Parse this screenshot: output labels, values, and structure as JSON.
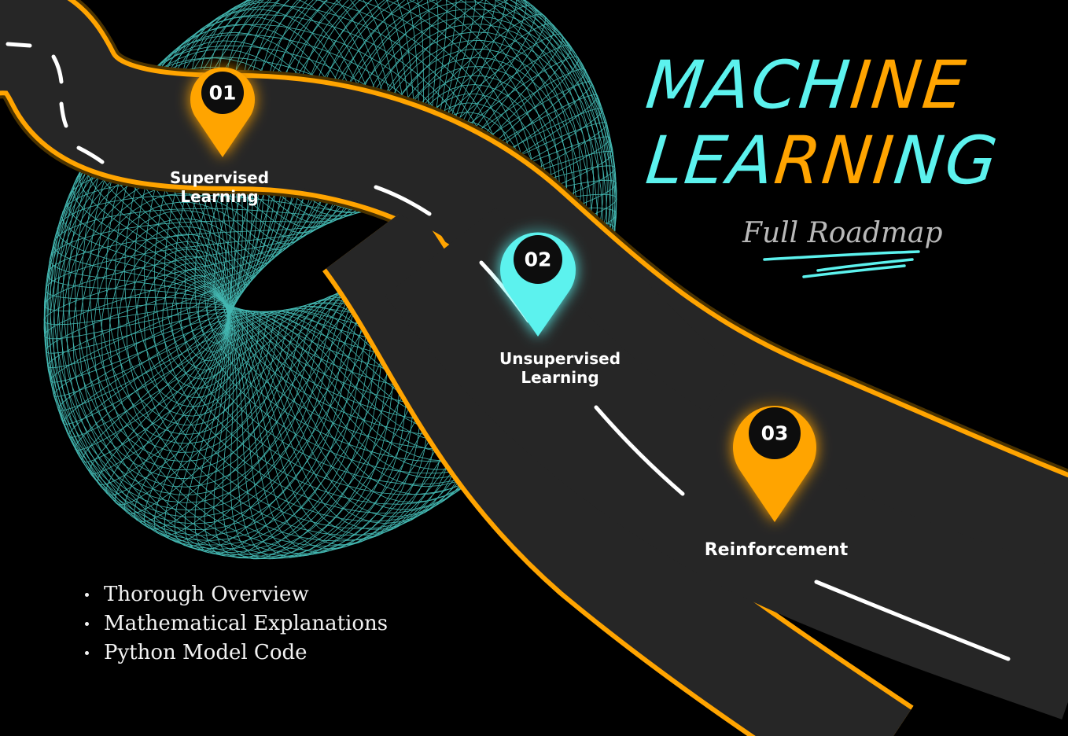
{
  "title": {
    "line1": [
      {
        "text": "MACH",
        "color": "#5cf2ee"
      },
      {
        "text": "INE",
        "color": "#ffa400"
      }
    ],
    "line2": [
      {
        "text": "LEA",
        "color": "#5cf2ee"
      },
      {
        "text": "RNI",
        "color": "#ffa400"
      },
      {
        "text": "NG",
        "color": "#5cf2ee"
      }
    ],
    "subtitle": "Full Roadmap"
  },
  "steps": [
    {
      "number": "01",
      "label_line1": "Supervised",
      "label_line2": "Learning",
      "pin_color": "#ffa400"
    },
    {
      "number": "02",
      "label_line1": "Unsupervised",
      "label_line2": "Learning",
      "pin_color": "#5cf2ee"
    },
    {
      "number": "03",
      "label_line1": "Reinforcement",
      "label_line2": "",
      "pin_color": "#ffa400"
    }
  ],
  "features": [
    "Thorough Overview",
    "Mathematical Explanations",
    "Python Model Code"
  ],
  "colors": {
    "background": "#000000",
    "road": "#262626",
    "road_edge": "#ffa400",
    "lane_marking": "#ffffff",
    "mesh": "#4fd6cf",
    "accent_cyan": "#5cf2ee",
    "accent_orange": "#ffa400"
  },
  "decorations": {
    "background_graphic": "wireframe-torus",
    "pin_icon": "map-pin-icon"
  }
}
